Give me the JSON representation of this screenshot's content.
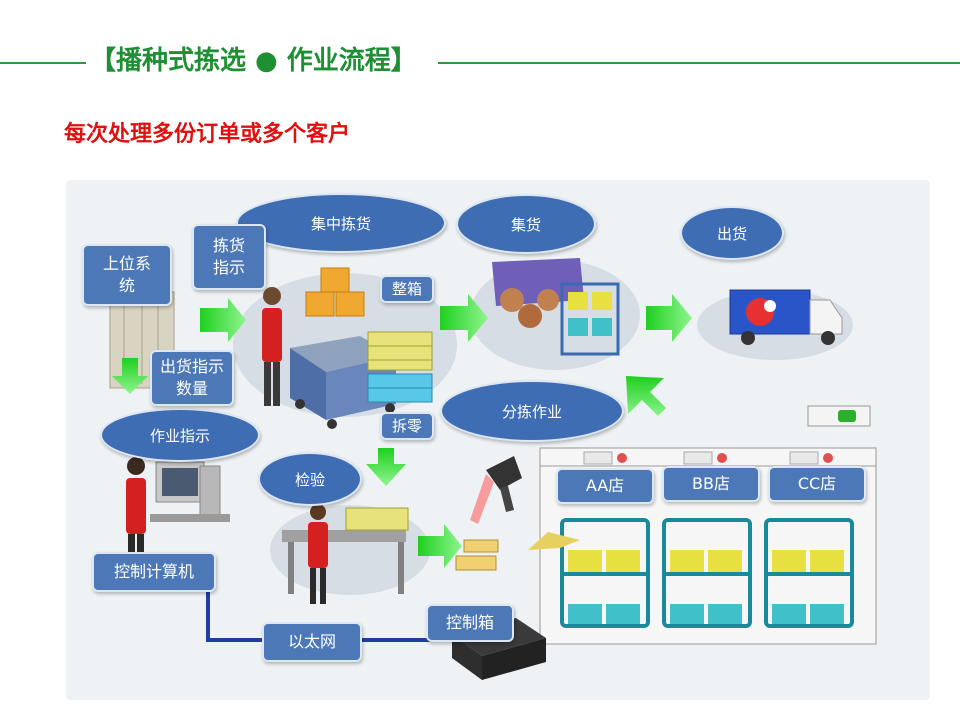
{
  "header": {
    "title": "【播种式拣选 ● 作业流程】"
  },
  "subtitle": "每次处理多份订单或多个客户",
  "labels": {
    "central_picking": "集中拣货",
    "consolidation": "集货",
    "shipping": "出货",
    "upper_system": "上位系统",
    "picking_instruction": "拣货指示",
    "full_case": "整箱",
    "shipping_quantity": "出货指示数量",
    "split_case": "拆零",
    "work_instruction": "作业指示",
    "sorting_work": "分拣作业",
    "inspection": "检验",
    "control_computer": "控制计算机",
    "ethernet": "以太网",
    "control_box": "控制箱",
    "store_aa": "AA店",
    "store_bb": "BB店",
    "store_cc": "CC店"
  },
  "colors": {
    "accent_green": "#2a9a3c",
    "subtitle_red": "#e01010",
    "label_blue": "#3f6db3",
    "arrow_green": "#33dd33"
  }
}
